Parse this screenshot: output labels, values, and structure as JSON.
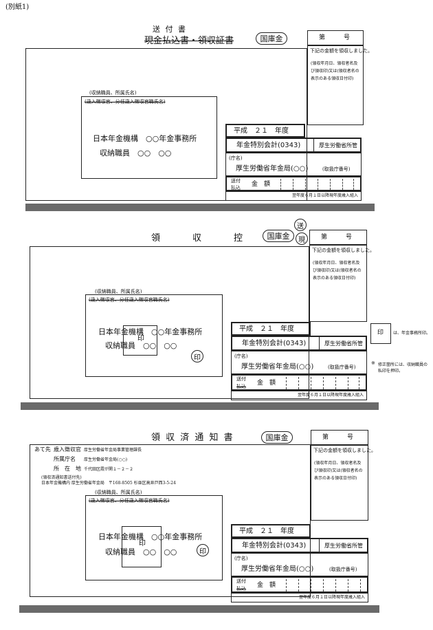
{
  "attachment_label": "(別紙1)",
  "kokkokin": "国庫金",
  "dai_go": "第　　　号",
  "received_note": "下記の金額を領収しました。",
  "date_note_1": "(領収年月日、領収者名及び領収印)又は(領収者名の表示のある領収日付印)",
  "receiving_officer_caption": "(収納職員、所属氏名)",
  "struck_officer": "(歳入徴収官、分任歳入徴収官職氏名)",
  "office_name": "日本年金機構　○○年金事務所",
  "officer_name": "収納職員　○○　○○",
  "fiscal_year": "平成　２１　年度",
  "account": "年金特別会計(0343)",
  "ministry": "厚生労働省所管",
  "agency_label": "(庁名)",
  "agency_name": "厚生労働省年金局(○○)",
  "agency_code": "(取扱庁番号)",
  "amount_label": "金　額",
  "footer_note": "翌年度６月１日以降現年度歳入組入",
  "seal": "印",
  "sections": {
    "top": {
      "title_line1": "送 付 書",
      "title_line2": "現金払込書・領収証書",
      "stamp_top": "送付",
      "stamp_bottom": "払込"
    },
    "middle": {
      "title": "領　　　収　　　控",
      "stamp_over": "送",
      "stamp_under": "現",
      "side_seal_note": "は、年金事務所印。",
      "side_note_mark": "※",
      "side_note": "修正箇所には、収納職員の私印を押印。"
    },
    "bottom": {
      "title": "領 収 済 通 知 書",
      "addressee_label": "あて先",
      "addr_rows": [
        {
          "label": "歳入徴収官",
          "value": "厚生労働省年金局事業管理課長"
        },
        {
          "label": "所属庁名",
          "value": "厚生労働省年金局(○○)"
        },
        {
          "label": "所　在　地",
          "value": "千代田区霞が関１－２－２"
        }
      ],
      "return_label": "(領収済通知書送付先)",
      "return_addr": "日本年金機構内 厚生労働省年金局　〒168-8505 杉並区高井戸西3-5-24"
    }
  }
}
